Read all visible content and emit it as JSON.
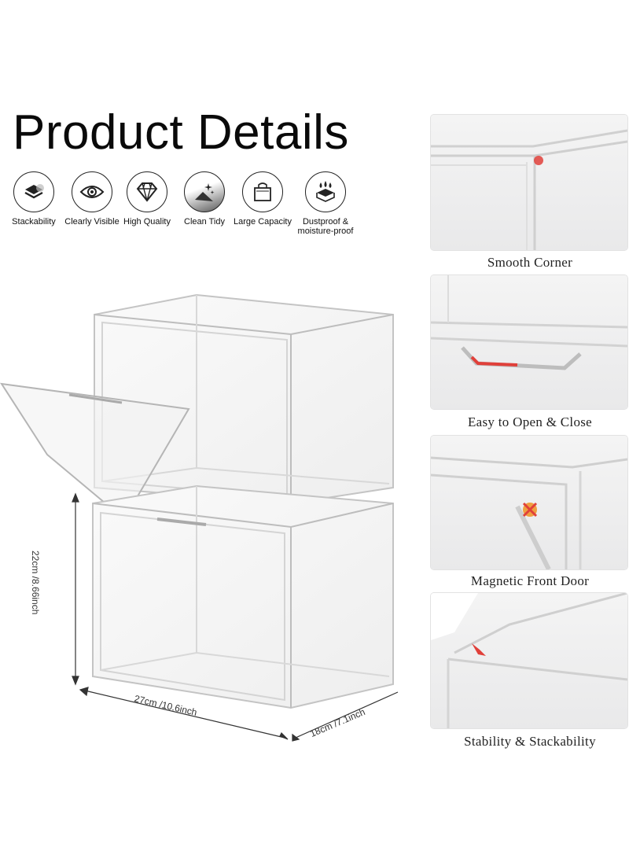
{
  "title": "Product Details",
  "features": [
    {
      "icon": "stack-icon",
      "label": "Stackability"
    },
    {
      "icon": "eye-icon",
      "label": "Clearly Visible"
    },
    {
      "icon": "diamond-icon",
      "label": "High Quality"
    },
    {
      "icon": "sparkle-box-icon",
      "label": "Clean Tidy"
    },
    {
      "icon": "bag-icon",
      "label": "Large Capacity"
    },
    {
      "icon": "water-drop-icon",
      "label": "Dustproof & moisture-proof"
    }
  ],
  "dimensions": {
    "height": "22cm /8.66inch",
    "width": "27cm /10.6inch",
    "depth": "18cm /7.1inch"
  },
  "details": [
    {
      "caption": "Smooth Corner"
    },
    {
      "caption": "Easy to Open & Close"
    },
    {
      "caption": "Magnetic Front Door"
    },
    {
      "caption": "Stability & Stackability"
    }
  ],
  "colors": {
    "accent": "#e0403a",
    "outline": "#222222"
  }
}
